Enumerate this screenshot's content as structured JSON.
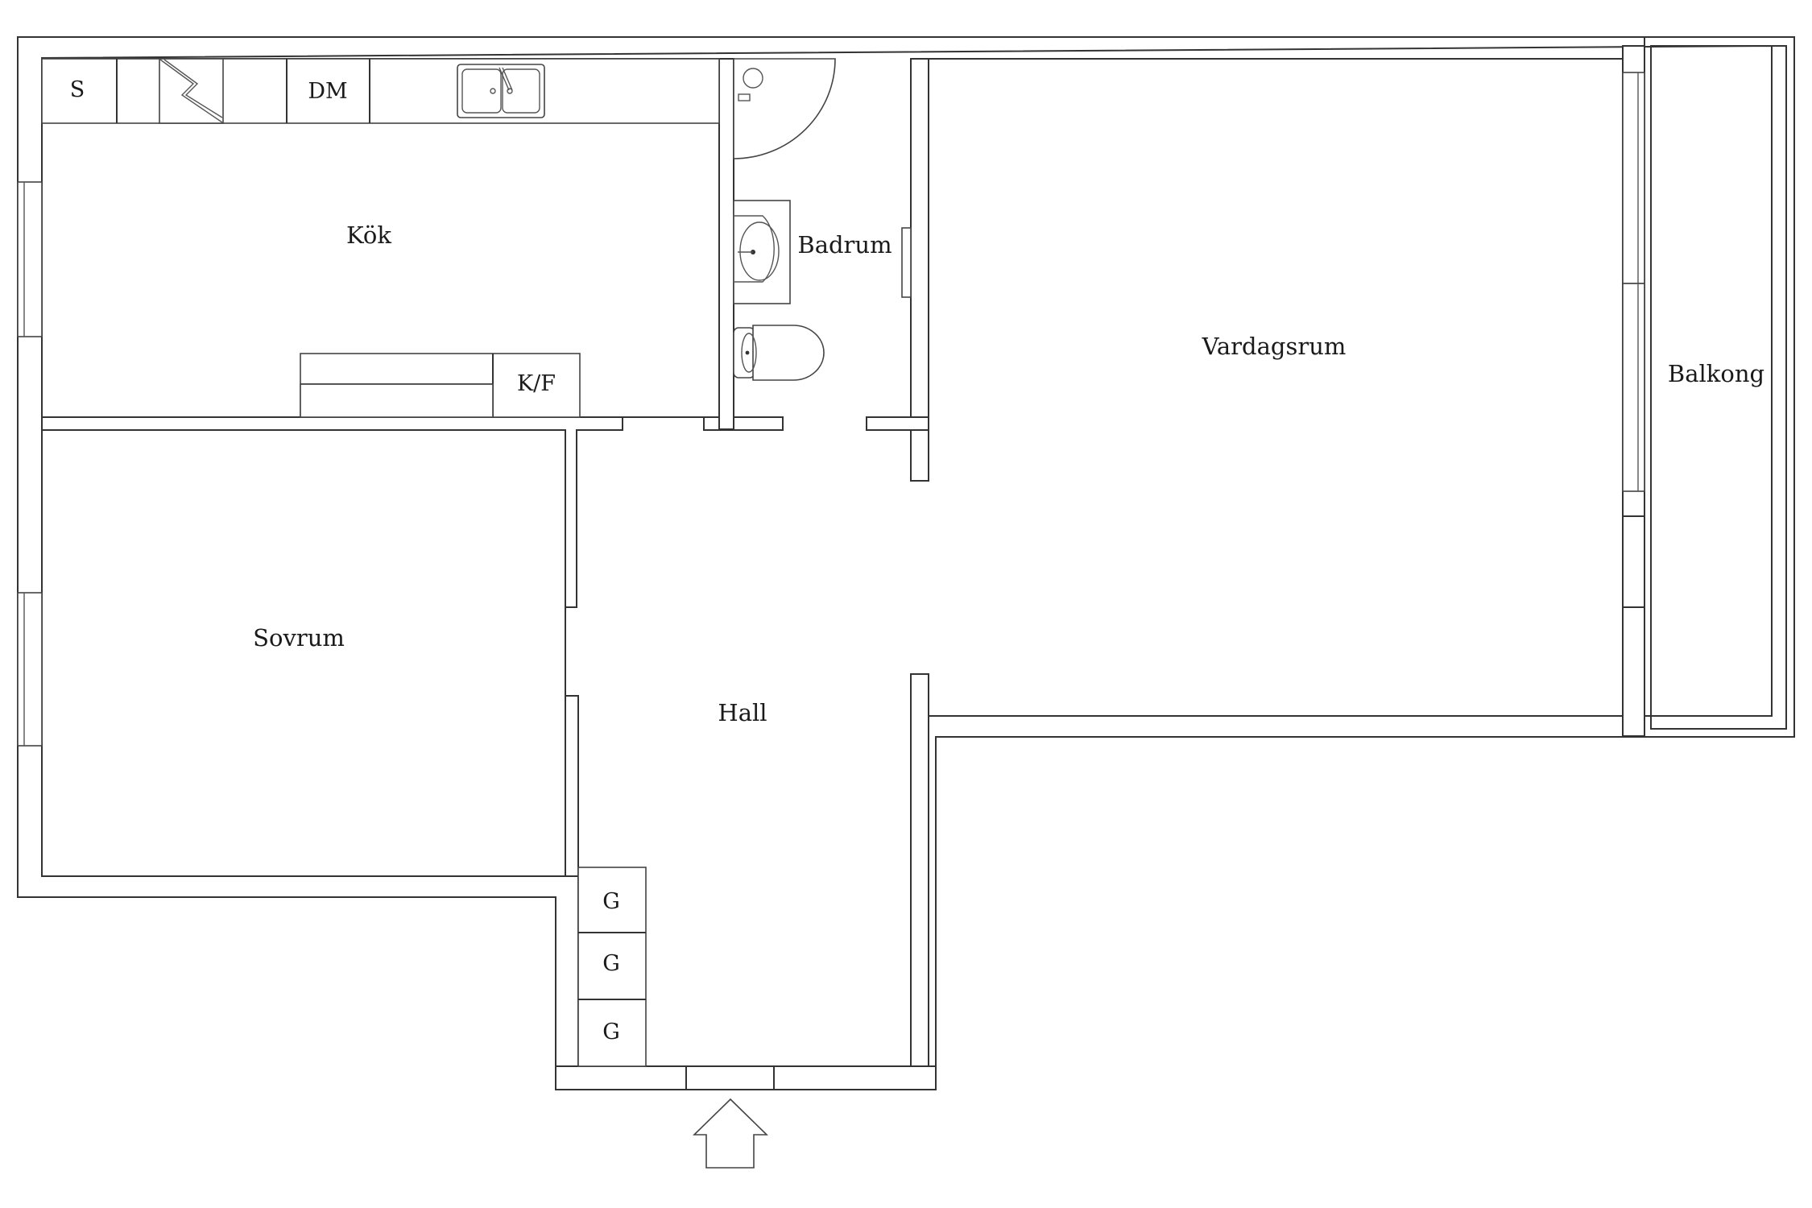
{
  "floorplan": {
    "rooms": {
      "kitchen": "Kök",
      "bathroom": "Badrum",
      "living_room": "Vardagsrum",
      "balcony": "Balkong",
      "bedroom": "Sovrum",
      "hall": "Hall"
    },
    "fixtures": {
      "stove": "S",
      "dishwasher": "DM",
      "fridge_freezer": "K/F",
      "wardrobes": [
        "G",
        "G",
        "G"
      ]
    },
    "entrance_arrow": "entrance-arrow-icon",
    "colors": {
      "background": "#ffffff",
      "lines": "#333333"
    }
  }
}
